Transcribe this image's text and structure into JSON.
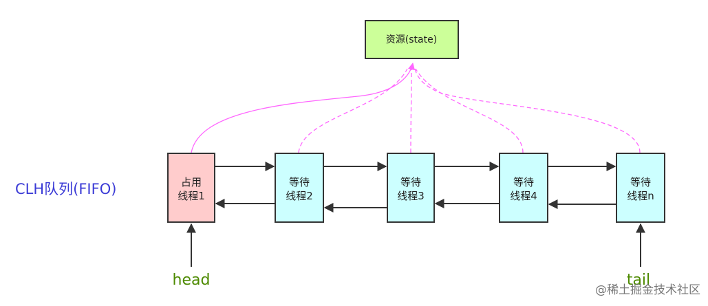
{
  "resource": {
    "label": "资源(state)",
    "fill": "#ccff99"
  },
  "queue_label": "CLH队列(FIFO)",
  "nodes": [
    {
      "line1": "占用",
      "line2": "线程1",
      "fill": "#ffcccc"
    },
    {
      "line1": "等待",
      "line2": "线程2",
      "fill": "#ccffff"
    },
    {
      "line1": "等待",
      "line2": "线程3",
      "fill": "#ccffff"
    },
    {
      "line1": "等待",
      "line2": "线程4",
      "fill": "#ccffff"
    },
    {
      "line1": "等待",
      "line2": "线程n",
      "fill": "#ccffff"
    }
  ],
  "head_label": "head",
  "tail_label": "tail",
  "watermark": "@稀土掘金技术社区",
  "colors": {
    "link": "#ff66ff",
    "arrow": "#333333",
    "queue_text": "#3b3bd6",
    "pointer_text": "#4d8a00"
  }
}
